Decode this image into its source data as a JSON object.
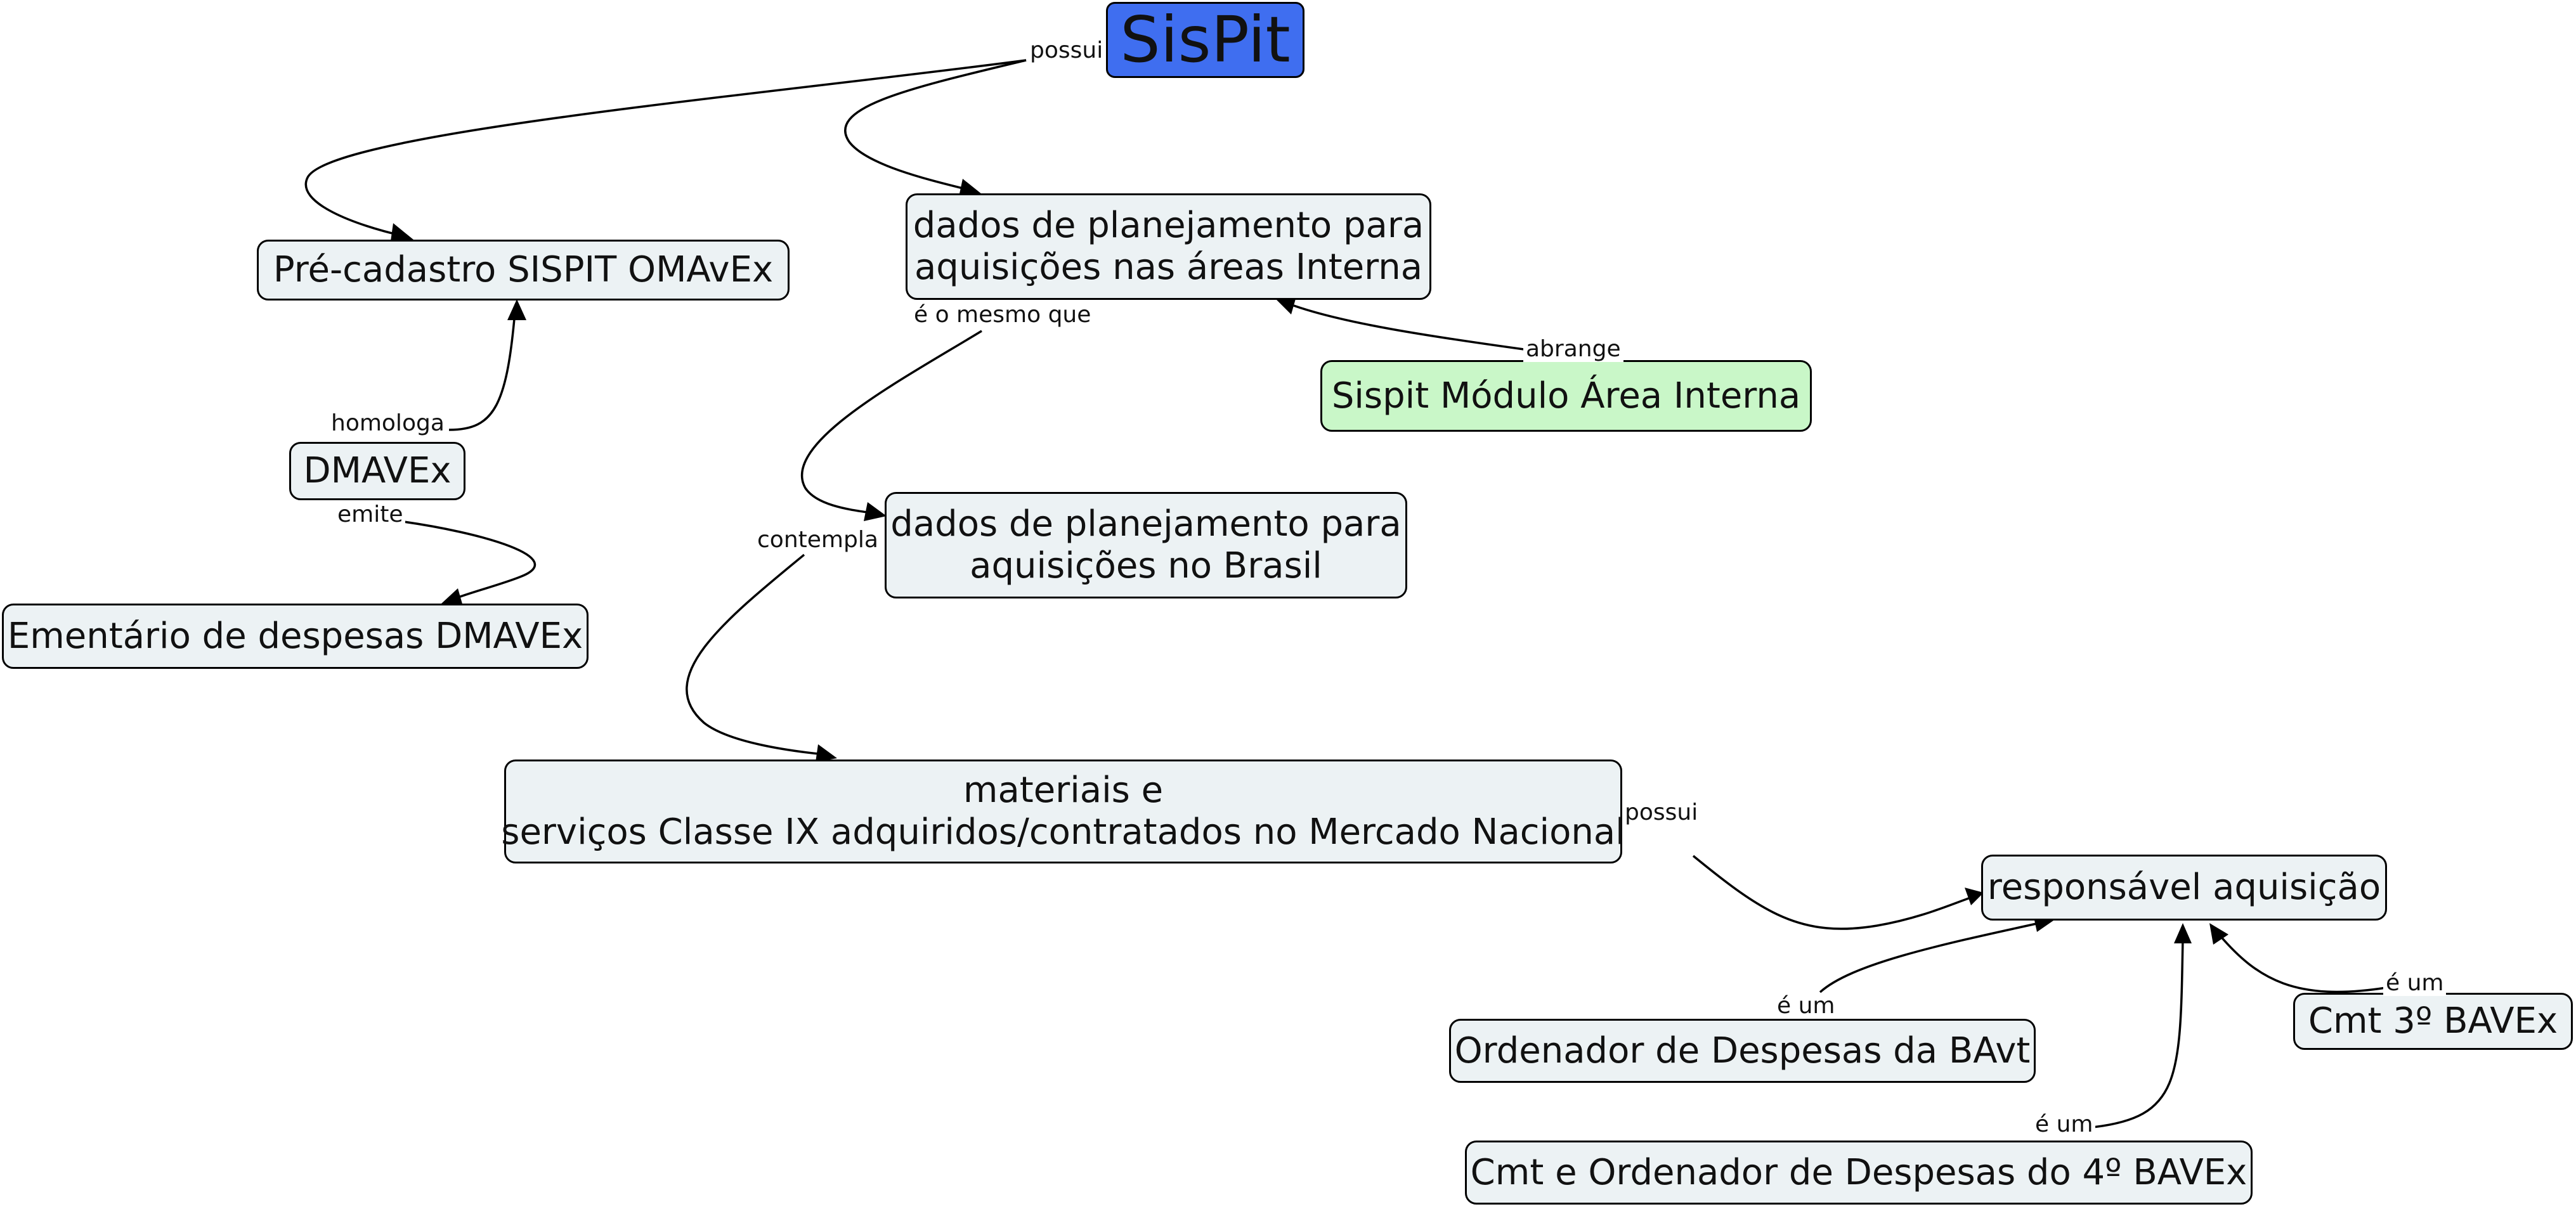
{
  "diagram": {
    "root": {
      "label": "SisPit",
      "color": "#3f6ef0"
    },
    "concepts": {
      "pre_cadastro": "Pré-cadastro SISPIT OMAvEx",
      "dados_areas_interna_line1": "dados de planejamento para",
      "dados_areas_interna_line2": "aquisições nas áreas Interna",
      "sispit_modulo": "Sispit Módulo Área Interna",
      "dmavex": "DMAVEx",
      "dados_brasil_line1": "dados de planejamento para",
      "dados_brasil_line2": "aquisições no Brasil",
      "ementario": "Ementário de despesas DMAVEx",
      "materiais_line1": "materiais e",
      "materiais_line2": "serviços Classe IX adquiridos/contratados no Mercado Nacional",
      "responsavel": "responsável aquisição",
      "ordenador_bavt": "Ordenador de Despesas da BAvt",
      "cmt_3": "Cmt 3º BAVEx",
      "cmt_4": "Cmt e Ordenador de Despesas do 4º BAVEx"
    },
    "links": {
      "possui_root": "possui",
      "e_o_mesmo_que": "é o mesmo que",
      "abrange": "abrange",
      "homologa": "homologa",
      "emite": "emite",
      "contempla": "contempla",
      "possui_materiais": "possui",
      "e_um_ordenador": "é um",
      "e_um_cmt3": "é um",
      "e_um_cmt4": "é um"
    },
    "colors": {
      "default_node": "#ecf2f4",
      "highlight_node": "#c9f7c8",
      "line": "#000000"
    }
  }
}
